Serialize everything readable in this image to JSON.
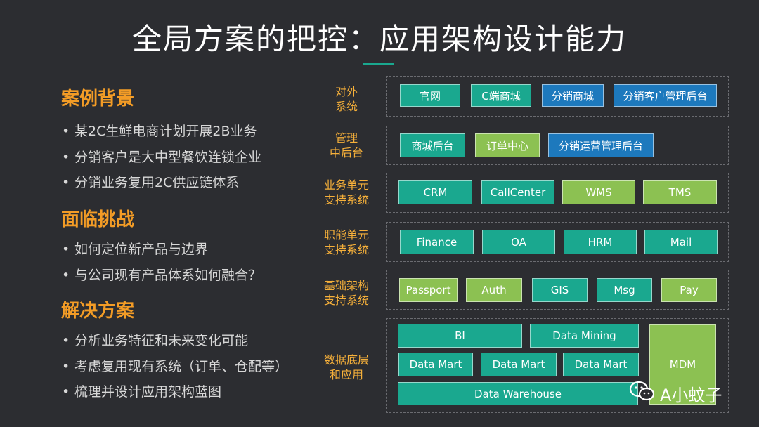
{
  "title": "全局方案的把控：应用架构设计能力",
  "left": {
    "sections": [
      {
        "heading": "案例背景",
        "bullets": [
          "某2C生鲜电商计划开展2B业务",
          "分销客户是大中型餐饮连锁企业",
          "分销业务复用2C供应链体系"
        ]
      },
      {
        "heading": "面临挑战",
        "bullets": [
          "如何定位新产品与边界",
          "与公司现有产品体系如何融合？"
        ]
      },
      {
        "heading": "解决方案",
        "bullets": [
          "分析业务特征和未来变化可能",
          "考虑复用现有系统（订单、仓配等）",
          "梳理并设计应用架构蓝图"
        ]
      }
    ],
    "bullet_char": "•"
  },
  "layers": [
    {
      "label_1": "对外",
      "label_2": "系统",
      "items": [
        {
          "text": "官网",
          "color": "green"
        },
        {
          "text": "C端商城",
          "color": "green"
        },
        {
          "text": "分销商城",
          "color": "blue"
        },
        {
          "text": "分销客户管理后台",
          "color": "blue"
        }
      ]
    },
    {
      "label_1": "管理",
      "label_2": "中后台",
      "items": [
        {
          "text": "商城后台",
          "color": "green"
        },
        {
          "text": "订单中心",
          "color": "light-green"
        },
        {
          "text": "分销运营管理后台",
          "color": "blue"
        }
      ]
    },
    {
      "label_1": "业务单元",
      "label_2": "支持系统",
      "items": [
        {
          "text": "CRM",
          "color": "green"
        },
        {
          "text": "CallCenter",
          "color": "green"
        },
        {
          "text": "WMS",
          "color": "light-green"
        },
        {
          "text": "TMS",
          "color": "light-green"
        }
      ]
    },
    {
      "label_1": "职能单元",
      "label_2": "支持系统",
      "items": [
        {
          "text": "Finance",
          "color": "green"
        },
        {
          "text": "OA",
          "color": "green"
        },
        {
          "text": "HRM",
          "color": "green"
        },
        {
          "text": "Mail",
          "color": "green"
        }
      ]
    },
    {
      "label_1": "基础架构",
      "label_2": "支持系统",
      "items": [
        {
          "text": "Passport",
          "color": "light-green"
        },
        {
          "text": "Auth",
          "color": "light-green"
        },
        {
          "text": "GIS",
          "color": "green"
        },
        {
          "text": "Msg",
          "color": "green"
        },
        {
          "text": "Pay",
          "color": "light-green"
        }
      ]
    },
    {
      "label_1": "数据底层",
      "label_2": "和应用",
      "items": [
        {
          "text": "BI",
          "color": "green"
        },
        {
          "text": "Data Mining",
          "color": "green"
        },
        {
          "text": "Data Mart",
          "color": "green"
        },
        {
          "text": "Data Mart",
          "color": "green"
        },
        {
          "text": "Data Mart",
          "color": "green"
        },
        {
          "text": "Data Warehouse",
          "color": "green"
        },
        {
          "text": "MDM",
          "color": "light-green"
        }
      ]
    }
  ],
  "colors": {
    "background": "#2c2d31",
    "green": "#1aa88f",
    "light-green": "#8cc152",
    "blue": "#1d79bd",
    "heading": "#f39c26",
    "layer_label": "#f6b03a"
  },
  "watermark": {
    "icon": "wechat-icon",
    "text": "A小蚊子"
  }
}
